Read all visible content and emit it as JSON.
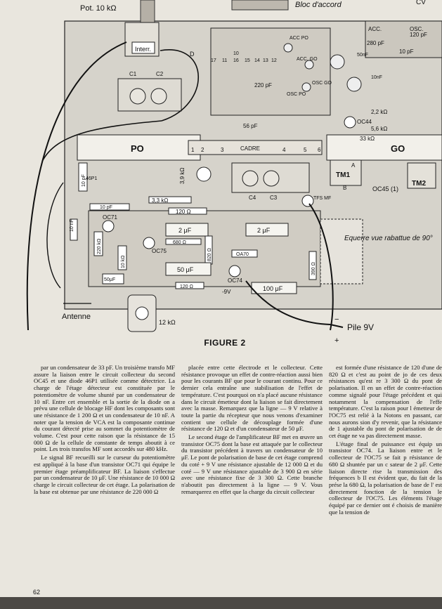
{
  "figure": {
    "caption": "FIGURE 2",
    "labels": {
      "pot": "Pot. 10 kΩ",
      "bloc": "Bloc d'accord",
      "cv": "CV",
      "interr": "Interr.",
      "d": "D",
      "acc": "ACC.",
      "osc": "OSC.",
      "c280": "280 pF",
      "c120": "120 pF",
      "c10": "10 pF",
      "acc_po": "ACC PO",
      "acc_go": "ACC. GO",
      "osc_go": "OSC GO",
      "osc_po": "OSC PO",
      "c50nf": "50nF",
      "c10nf": "10nF",
      "c220": "220 pF",
      "c56": "56 pF",
      "r22k": "2,2 kΩ",
      "r56k": "5,6 kΩ",
      "oc44": "OC44",
      "r33k": "33 kΩ",
      "c1": "C1",
      "c2": "C2",
      "c3": "C3",
      "c4": "C4",
      "po": "PO",
      "go": "GO",
      "cadre": "CADRE",
      "tm1": "TM1",
      "tm2": "TM2",
      "oc45": "OC45 (1)",
      "diode_46p1": "46P1",
      "r3_9k": "3,9 kΩ",
      "c10nf_b": "10 nF",
      "r3_3k": "3,3 kΩ",
      "r120a": "120 Ω",
      "c2uf_a": "2 μF",
      "c2uf_b": "2 μF",
      "r680": "680 Ω",
      "r820": "820 Ω",
      "oc71": "OC71",
      "oc75": "OC75",
      "oc74": "OC74",
      "oa70": "OA70",
      "r390": "390 Ω",
      "c50uf": "50 μF",
      "c100uf": "100 μF",
      "r120b": "120 Ω",
      "minus9v": "-9V",
      "c10pf_v": "10 pF",
      "c10pf_h": "10 pF",
      "r12k": "12 kΩ",
      "r220k": "220 kΩ",
      "r10k": "10 kΩ",
      "c50uf_small": "50μF",
      "equerre": "Equerre vue rabattue de 90°",
      "antenne": "Antenne",
      "pile": "Pile 9V",
      "plus": "+",
      "minus": "−",
      "tfs": "TFS MF",
      "a": "A",
      "b": "B",
      "nums_top": [
        "10",
        "11",
        "12",
        "13",
        "14",
        "15",
        "16",
        "17"
      ],
      "nums_cadre": [
        "1",
        "2",
        "3",
        "4",
        "5",
        "6"
      ]
    }
  },
  "columns": [
    [
      "par un condensateur de 33 pF. Un troisième transfo MF assure la liaison entre le circuit collecteur du second OC45 et une diode 46P1 utilisée comme détectrice. La charge de l'étage détecteur est constituée par le potentiomètre de volume shunté par un condensateur de 10 nF. Entre cet ensemble et la sortie de la diode on a prévu une cellule de blocage HF dont les composants sont une résistance de 1 200 Ω et un condensateur de 10 nF. A noter que la tension de VCA est la composante continue du courant détecté prise au sommet du potentiomètre de volume. C'est pour cette raison que la résistance de 15 000 Ω de la cellule de constante de temps aboutit à ce point. Les trois transfos MF sont accordés sur 480 kHz.",
      "Le signal BF recueilli sur le curseur du potentiomètre est appliqué à la base d'un transistor OC71 qui équipe le premier étage préamplificateur BF. La liaison s'effectue par un condensateur de 10 μF. Une résistance de 10 000 Ω charge le circuit collecteur de cet étage. La polarisation de la base est obtenue par une résistance de 220 000 Ω"
    ],
    [
      "placée entre cette électrode et le collecteur. Cette résistance provoque un effet de contre-réaction aussi bien pour les courants BF que pour le courant continu. Pour ce dernier cela entraîne une stabilisation de l'effet de température. C'est pourquoi on n'a placé aucune résistance dans le circuit émetteur dont la liaison se fait directement avec la masse. Remarquez que la ligne — 9 V relative à toute la partie du récepteur que nous venons d'examiner contient une cellule de découplage formée d'une résistance de 120 Ω et d'un condensateur de 50 μF.",
      "Le second étage de l'amplificateur BF met en œuvre un transistor OC75 dont la base est attaquée par le collecteur du transistor précédent à travers un condensateur de 10 μF. Le pont de polarisation de base de cet étage comprend du coté + 9 V une résistance ajustable de 12 000 Ω et du coté — 9 V une résistance ajustable de 3 900 Ω en série avec une résistance fixe de 3 300 Ω. Cette branche n'aboutit pas directement à la ligne — 9 V. Vous remarquerez en effet que la charge du circuit collecteur"
    ],
    [
      "est formée d'une résistance de 120 d'une de 820 Ω et c'est au point de jo de ces deux résistances qu'est re 3 300 Ω du pont de polarisation. Il en un effet de contre-réaction comme signalé pour l'étage précédent et qui notamment la compensation de l'effe température. C'est la raison pour l émetteur de l'OC75 est relié à la Notons en passant, car nous aurons sion d'y revenir, que la résistance de 1 ajustable du pont de polarisation de de cet étage ne va pas directement masse.",
      "L'étage final de puissance est équip un transistor OC74. La liaison entre et le collecteur de l'OC75 se fait p résistance de 680 Ω shuntée par un c sateur de 2 μF. Cette liaison directe rise la transmission des fréquences b Il est évident que, du fait de la prése la 680 Ω, la polarisation de base de l' est directement fonction de la tension le collecteur de l'OC75. Les éléments l'étage équipé par ce dernier ont é choisis de manière que la tension de"
    ]
  ],
  "page_number": "62"
}
